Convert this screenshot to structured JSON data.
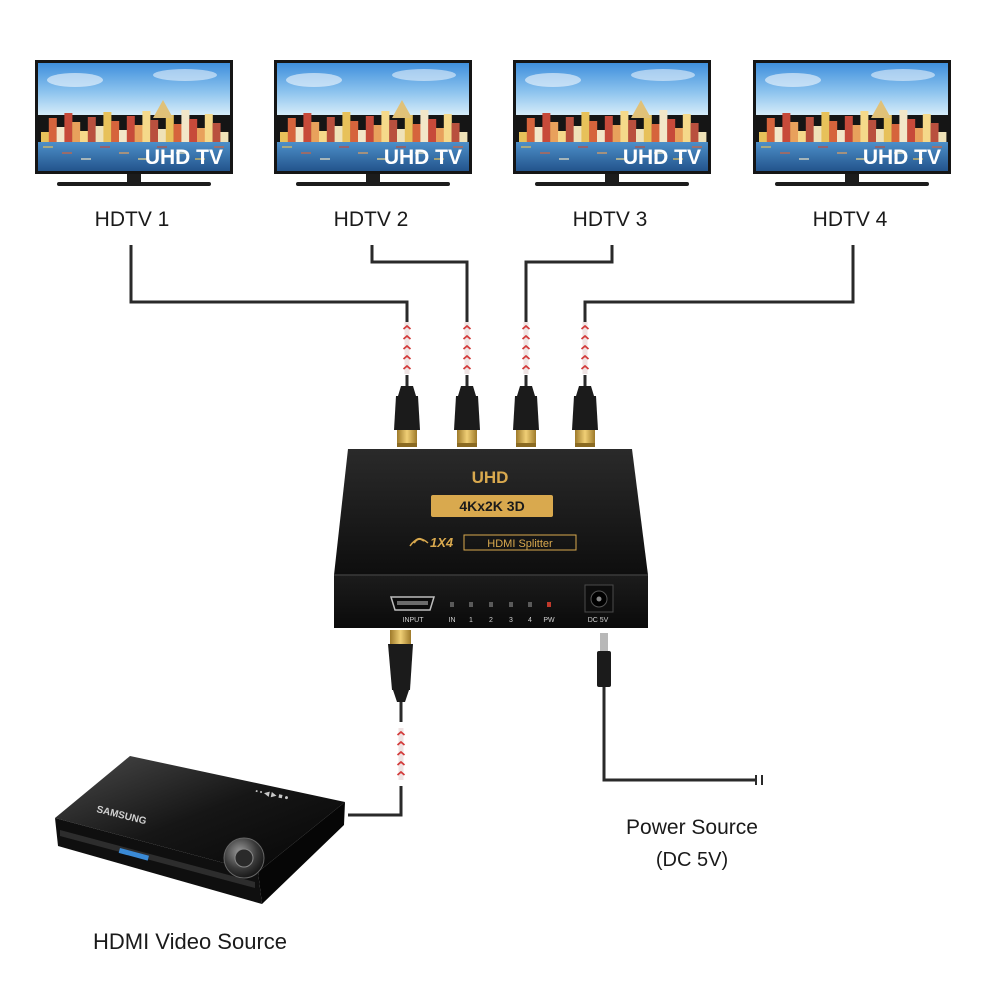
{
  "colors": {
    "cable": "#2a2a2a",
    "arrow": "#d23a3a",
    "gold": "#c9a24a",
    "splitter_body": "#141414",
    "screen_sky": "#4a9be0",
    "screen_water": "#3578b8",
    "label_text": "#1a1a1a"
  },
  "tvs": [
    {
      "label": "HDTV 1",
      "screen_text": "UHD TV"
    },
    {
      "label": "HDTV 2",
      "screen_text": "UHD TV"
    },
    {
      "label": "HDTV 3",
      "screen_text": "UHD TV"
    },
    {
      "label": "HDTV 4",
      "screen_text": "UHD TV"
    }
  ],
  "splitter": {
    "brand": "UHD",
    "badge": "4Kx2K 3D",
    "model_prefix": "1X4",
    "model": "HDMI Splitter",
    "input_label": "INPUT",
    "leds": [
      "IN",
      "1",
      "2",
      "3",
      "4",
      "PW"
    ],
    "dc_label": "DC 5V"
  },
  "source": {
    "label": "HDMI Video Source",
    "brand": "SAMSUNG"
  },
  "power": {
    "label": "Power Source",
    "sublabel": "(DC 5V)"
  },
  "icons": [
    "tv-icon",
    "hdmi-plug-icon",
    "signal-arrow-icon",
    "dc-plug-icon",
    "blu-ray-player-icon"
  ]
}
